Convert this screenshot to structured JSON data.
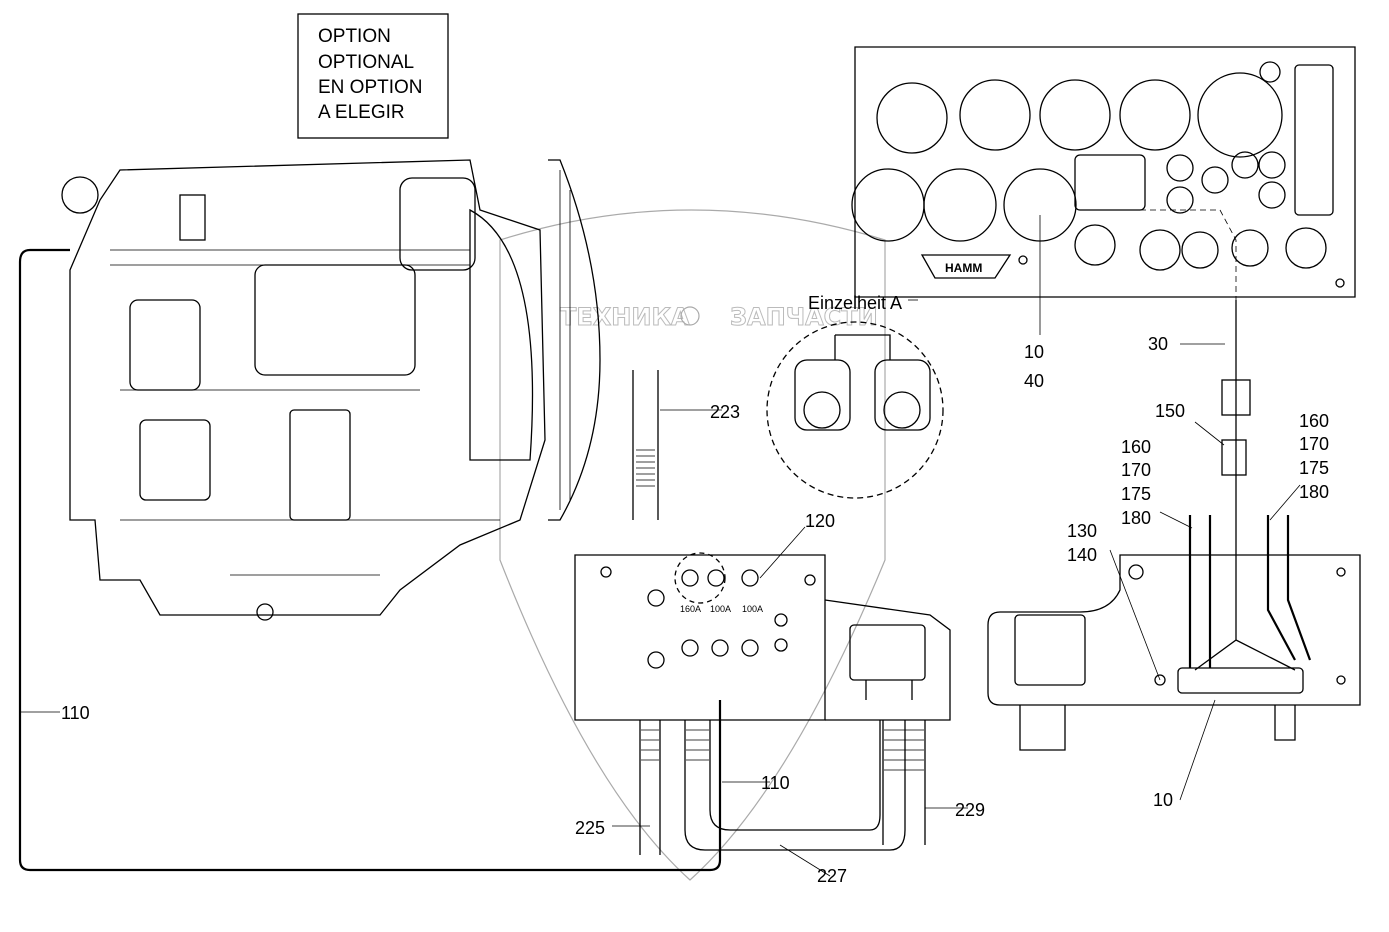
{
  "option_box": {
    "lines": [
      "OPTION",
      "OPTIONAL",
      "EN OPTION",
      "A ELEGIR"
    ]
  },
  "detail_label": "Einzelheit A",
  "watermark": {
    "left": "ТЕХНИКА",
    "right": "ЗАПЧАСТИ",
    "logo": "ЭПС"
  },
  "brand_logo": "HAMM",
  "fuse_ratings": [
    "160A",
    "100A",
    "100A"
  ],
  "callouts": {
    "c10_top": "10",
    "c40": "40",
    "c30": "30",
    "c150": "150",
    "right_group": [
      "160",
      "170",
      "175",
      "180"
    ],
    "left_group": [
      "160",
      "170",
      "175",
      "180"
    ],
    "c130": "130",
    "c140": "140",
    "c120": "120",
    "c223": "223",
    "c110_left": "110",
    "c110_mid": "110",
    "c225": "225",
    "c229": "229",
    "c227": "227",
    "c10_bottom": "10"
  },
  "colors": {
    "line": "#000000",
    "watermark": "#bbbbbb",
    "background": "#ffffff"
  }
}
